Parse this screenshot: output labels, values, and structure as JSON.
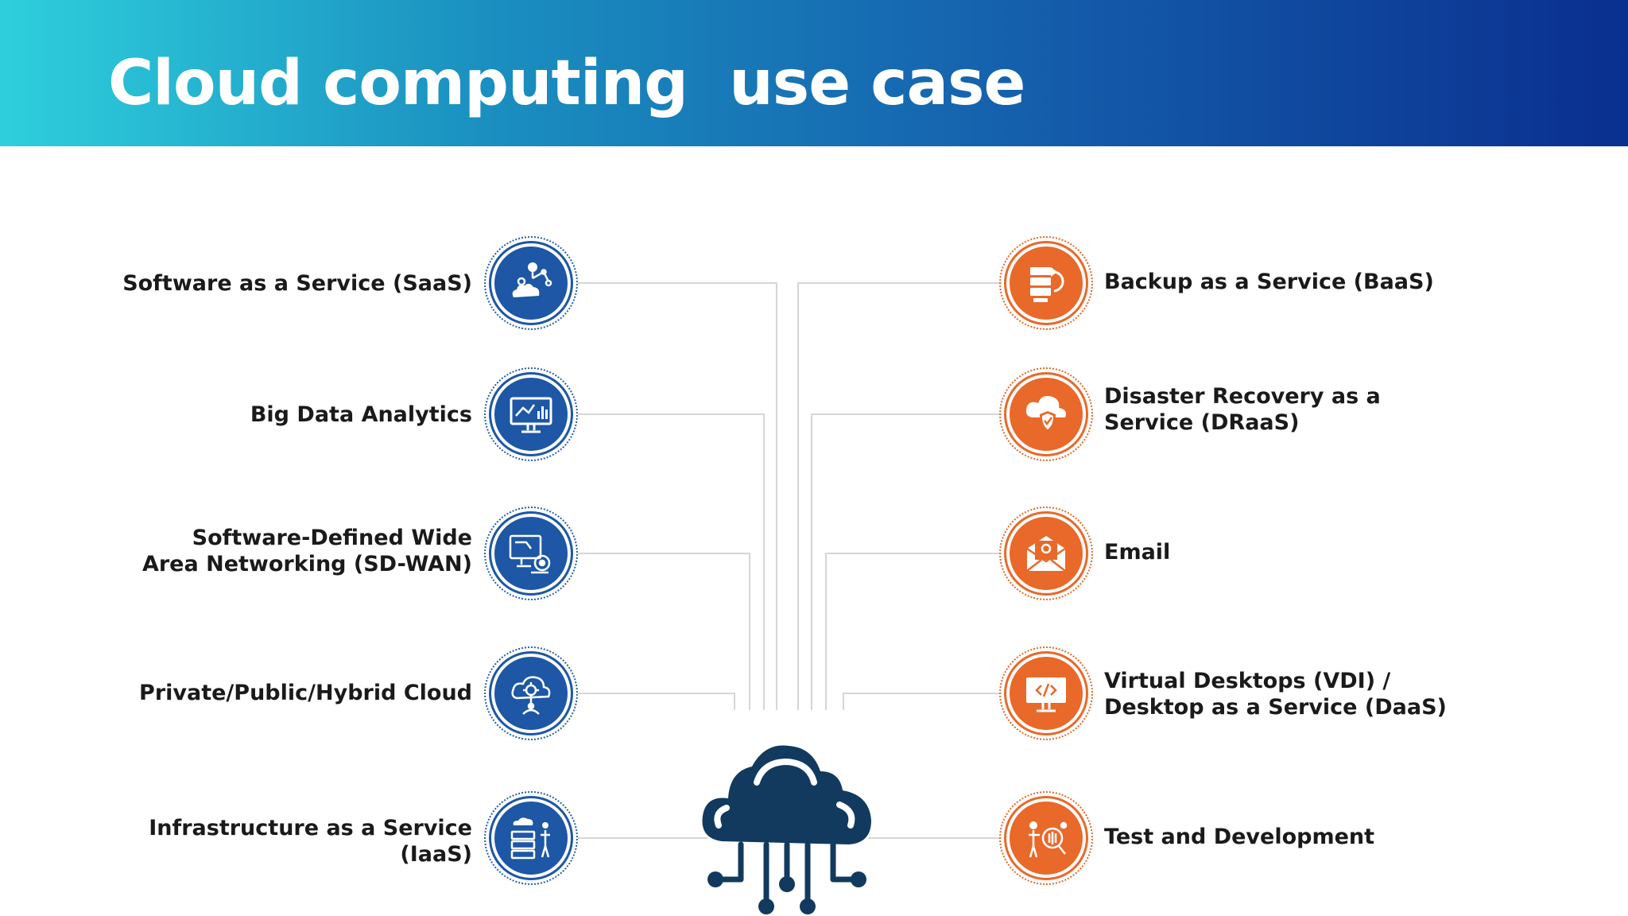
{
  "title": "Cloud computing  use case",
  "colors": {
    "header_start": "#2ecfdc",
    "header_end": "#0a2f8f",
    "left_icons": "#1d57a5",
    "right_icons": "#e8692a",
    "hub": "#123a5e"
  },
  "left_items": [
    {
      "label": "Software as a Service (SaaS)",
      "icon": "saas-cloud-icon"
    },
    {
      "label": "Big Data Analytics",
      "icon": "analytics-monitor-icon"
    },
    {
      "label": "Software-Defined Wide\nArea Networking (SD-WAN)",
      "icon": "network-monitor-icon"
    },
    {
      "label": "Private/Public/Hybrid Cloud",
      "icon": "cloud-gear-icon"
    },
    {
      "label": "Infrastructure as a Service\n(IaaS)",
      "icon": "server-presenter-icon"
    }
  ],
  "right_items": [
    {
      "label": "Backup as a Service (BaaS)",
      "icon": "backup-server-icon"
    },
    {
      "label": "Disaster Recovery as a\nService (DRaaS)",
      "icon": "cloud-shield-icon"
    },
    {
      "label": "Email",
      "icon": "envelope-icon"
    },
    {
      "label": "Virtual Desktops (VDI) /\nDesktop as a Service (DaaS)",
      "icon": "desktop-code-icon"
    },
    {
      "label": "Test and Development",
      "icon": "developer-icon"
    }
  ],
  "hub_icon": "cloud-circuit-icon"
}
